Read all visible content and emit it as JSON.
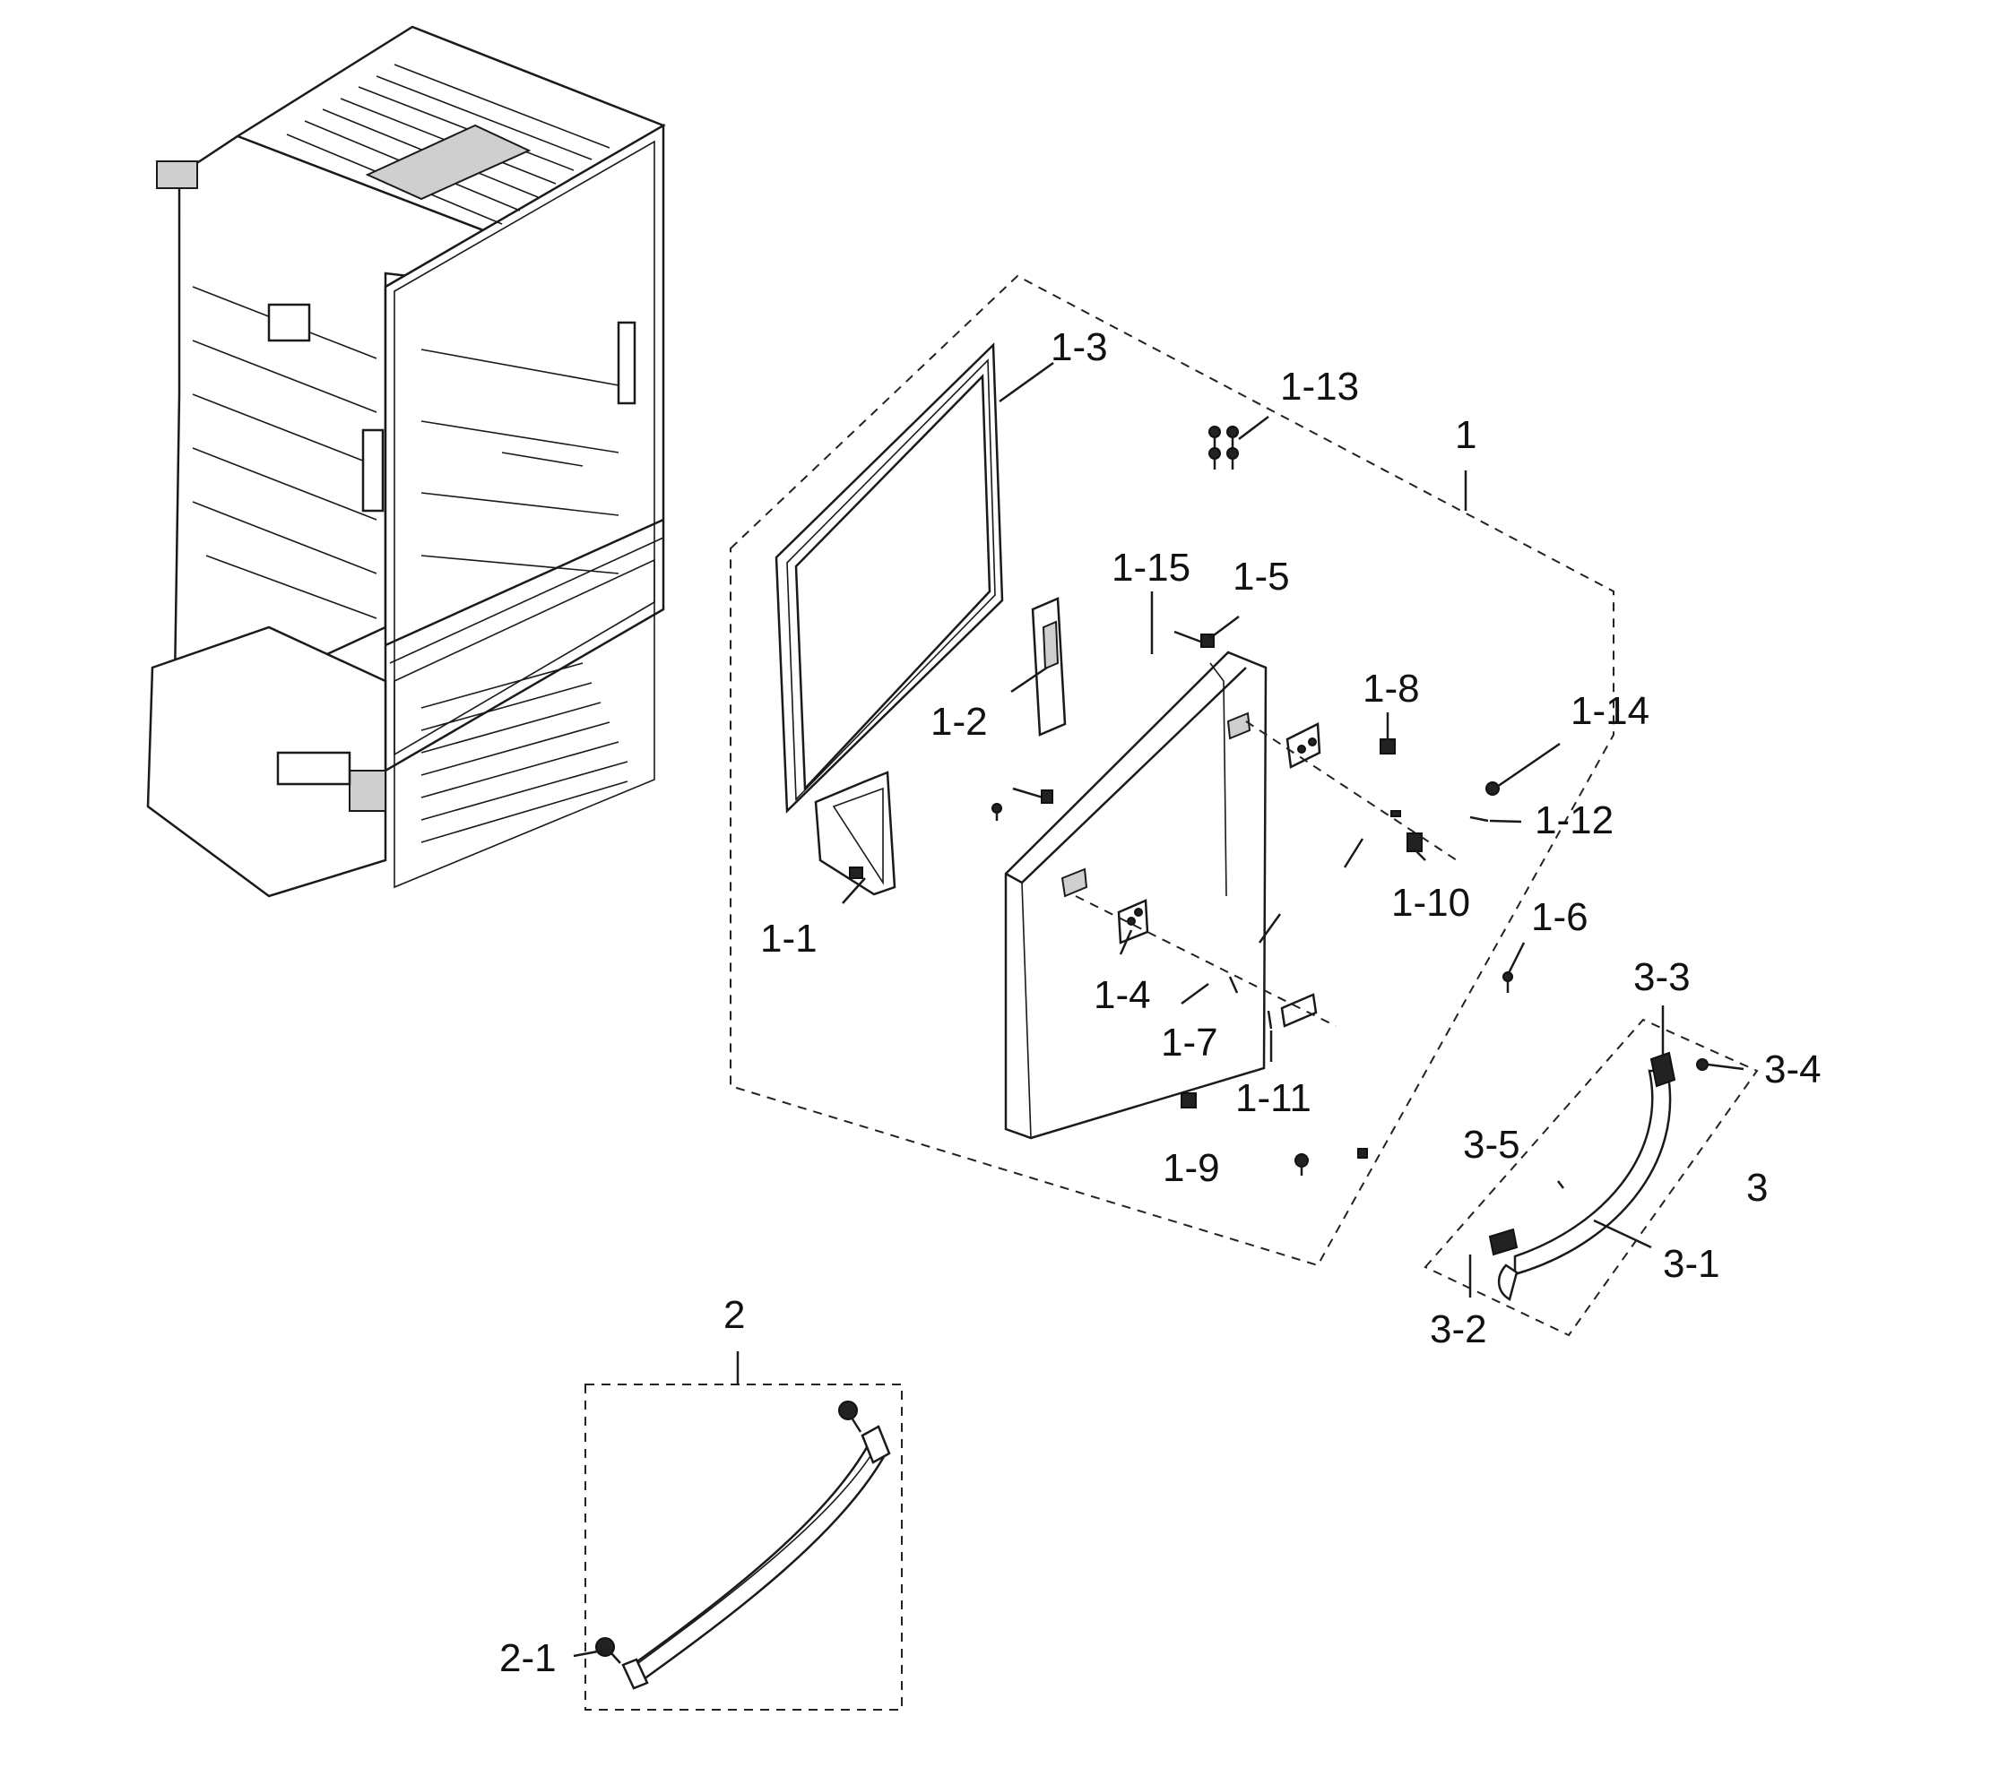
{
  "labels": [
    {
      "key": "l_1",
      "text": "1"
    },
    {
      "key": "l_1_1",
      "text": "1-1"
    },
    {
      "key": "l_1_2",
      "text": "1-2"
    },
    {
      "key": "l_1_3",
      "text": "1-3"
    },
    {
      "key": "l_1_4",
      "text": "1-4"
    },
    {
      "key": "l_1_5",
      "text": "1-5"
    },
    {
      "key": "l_1_6",
      "text": "1-6"
    },
    {
      "key": "l_1_7",
      "text": "1-7"
    },
    {
      "key": "l_1_8",
      "text": "1-8"
    },
    {
      "key": "l_1_9",
      "text": "1-9"
    },
    {
      "key": "l_1_10",
      "text": "1-10"
    },
    {
      "key": "l_1_11",
      "text": "1-11"
    },
    {
      "key": "l_1_12",
      "text": "1-12"
    },
    {
      "key": "l_1_13",
      "text": "1-13"
    },
    {
      "key": "l_1_14",
      "text": "1-14"
    },
    {
      "key": "l_1_15",
      "text": "1-15"
    },
    {
      "key": "l_2",
      "text": "2"
    },
    {
      "key": "l_2_1",
      "text": "2-1"
    },
    {
      "key": "l_3",
      "text": "3"
    },
    {
      "key": "l_3_1",
      "text": "3-1"
    },
    {
      "key": "l_3_2",
      "text": "3-2"
    },
    {
      "key": "l_3_3",
      "text": "3-3"
    },
    {
      "key": "l_3_4",
      "text": "3-4"
    },
    {
      "key": "l_3_5",
      "text": "3-5"
    }
  ]
}
